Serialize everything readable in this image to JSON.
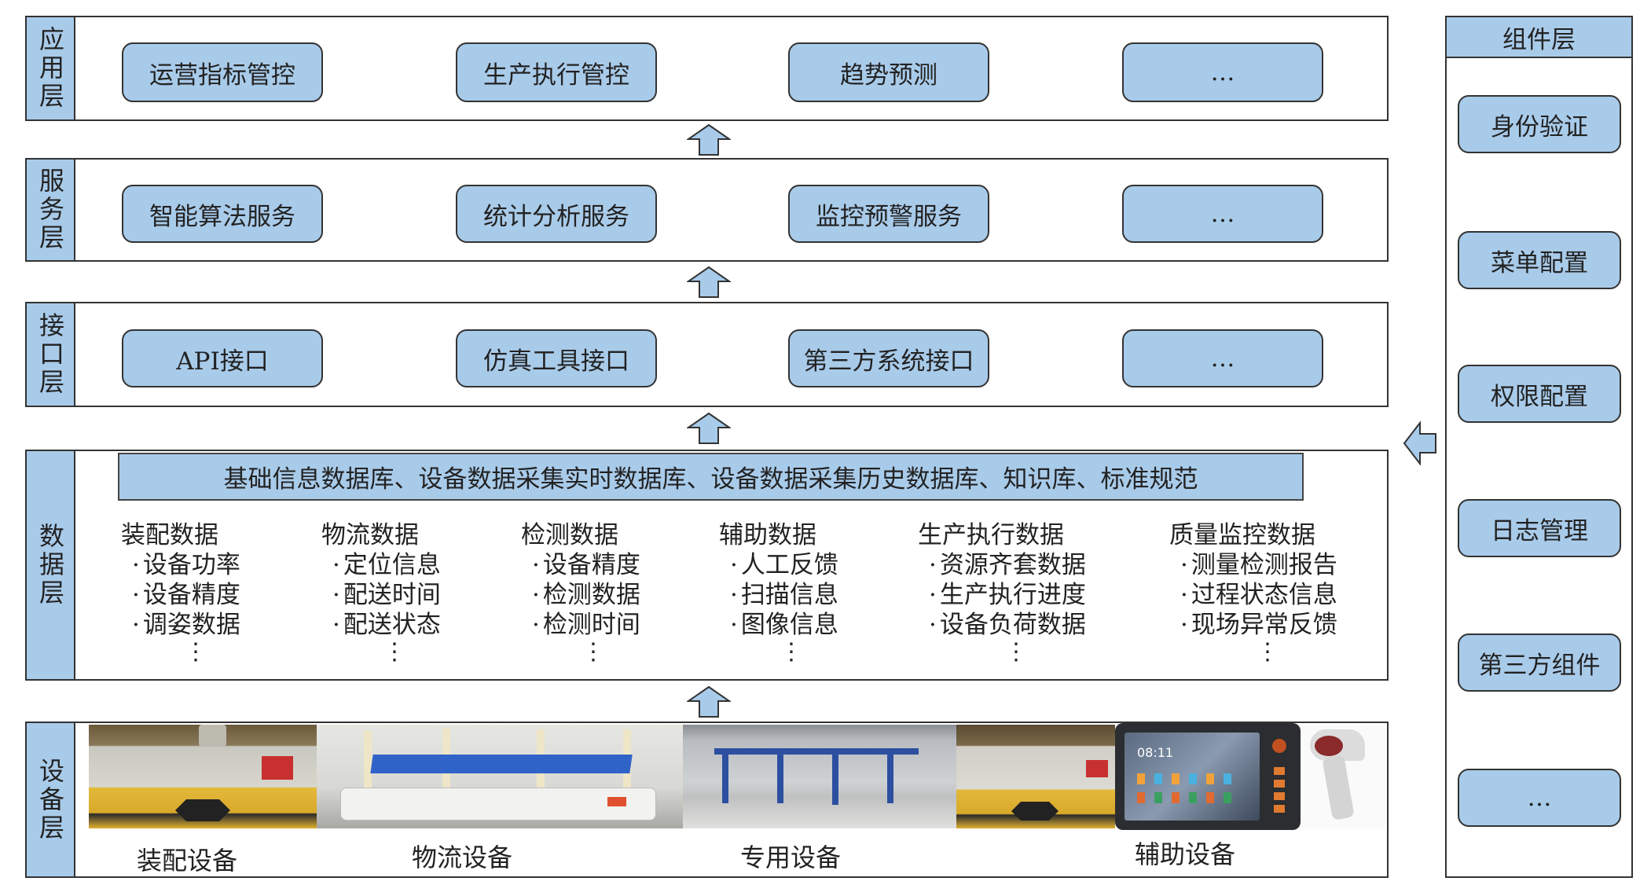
{
  "colors": {
    "box_fill": "#a9cbea",
    "border": "#333333",
    "background": "#ffffff"
  },
  "layers": {
    "application": {
      "label": "应用层",
      "boxes": [
        "运营指标管控",
        "生产执行管控",
        "趋势预测",
        "…"
      ]
    },
    "service": {
      "label": "服务层",
      "boxes": [
        "智能算法服务",
        "统计分析服务",
        "监控预警服务",
        "…"
      ]
    },
    "interface": {
      "label": "接口层",
      "boxes": [
        "API接口",
        "仿真工具接口",
        "第三方系统接口",
        "…"
      ]
    },
    "data": {
      "label": "数据层",
      "banner": "基础信息数据库、设备数据采集实时数据库、设备数据采集历史数据库、知识库、标准规范",
      "columns": [
        {
          "title": "装配数据",
          "items": [
            "设备功率",
            "设备精度",
            "调姿数据"
          ]
        },
        {
          "title": "物流数据",
          "items": [
            "定位信息",
            "配送时间",
            "配送状态"
          ]
        },
        {
          "title": "检测数据",
          "items": [
            "设备精度",
            "检测数据",
            "检测时间"
          ]
        },
        {
          "title": "辅助数据",
          "items": [
            "人工反馈",
            "扫描信息",
            "图像信息"
          ]
        },
        {
          "title": "生产执行数据",
          "items": [
            "资源齐套数据",
            "生产执行进度",
            "设备负荷数据"
          ]
        },
        {
          "title": "质量监控数据",
          "items": [
            "测量检测报告",
            "过程状态信息",
            "现场异常反馈"
          ]
        }
      ],
      "continuation": "⋮"
    },
    "device": {
      "label": "设备层",
      "groups": [
        "装配设备",
        "物流设备",
        "专用设备",
        "辅助设备"
      ],
      "tablet_time": "08:11"
    }
  },
  "component_layer": {
    "title": "组件层",
    "boxes": [
      "身份验证",
      "菜单配置",
      "权限配置",
      "日志管理",
      "第三方组件",
      "…"
    ]
  },
  "icons": {
    "up_arrow": "arrow-up-icon",
    "left_arrow": "arrow-left-icon"
  }
}
